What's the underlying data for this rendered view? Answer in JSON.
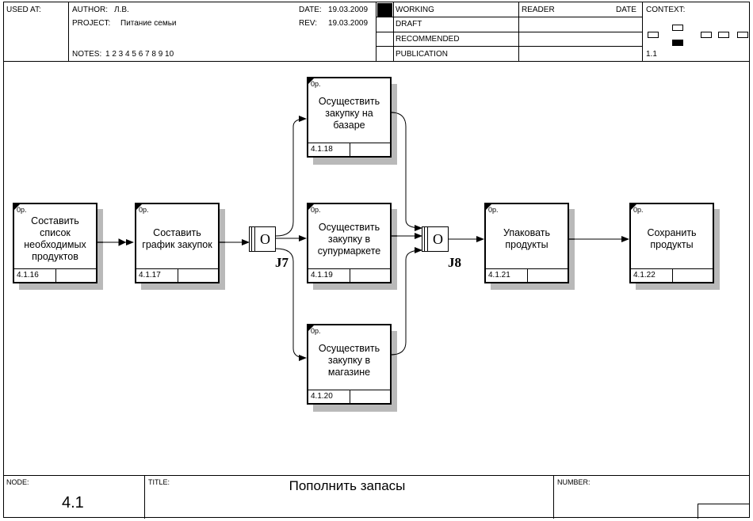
{
  "header": {
    "used_at_label": "USED AT:",
    "author_label": "AUTHOR:",
    "author_value": "Л.В.",
    "project_label": "PROJECT:",
    "project_value": "Питание семьи",
    "notes_label": "NOTES:",
    "notes_value": "1  2  3  4  5  6  7  8  9  10",
    "date_label": "DATE:",
    "date_value": "19.03.2009",
    "rev_label": "REV:",
    "rev_value": "19.03.2009",
    "status_items": [
      "WORKING",
      "DRAFT",
      "RECOMMENDED",
      "PUBLICATION"
    ],
    "reader_label": "READER",
    "reader_date_label": "DATE",
    "context_label": "CONTEXT:",
    "context_node": "1.1"
  },
  "boxes": [
    {
      "title": "Составить список необходимых продуктов",
      "number": "4.1.16",
      "cost": "0р."
    },
    {
      "title": "Составить график закупок",
      "number": "4.1.17",
      "cost": "0р."
    },
    {
      "title": "Осуществить закупку на базаре",
      "number": "4.1.18",
      "cost": "0р."
    },
    {
      "title": "Осуществить закупку в супурмаркете",
      "number": "4.1.19",
      "cost": "0р."
    },
    {
      "title": "Осуществить закупку в магазине",
      "number": "4.1.20",
      "cost": "0р."
    },
    {
      "title": "Упаковать продукты",
      "number": "4.1.21",
      "cost": "0р."
    },
    {
      "title": "Сохранить продукты",
      "number": "4.1.22",
      "cost": "0р."
    }
  ],
  "junctions": [
    {
      "type": "O",
      "label": "J7"
    },
    {
      "type": "O",
      "label": "J8"
    }
  ],
  "footer": {
    "node_label": "NODE:",
    "node_value": "4.1",
    "title_label": "TITLE:",
    "title_value": "Пополнить запасы",
    "number_label": "NUMBER:"
  }
}
